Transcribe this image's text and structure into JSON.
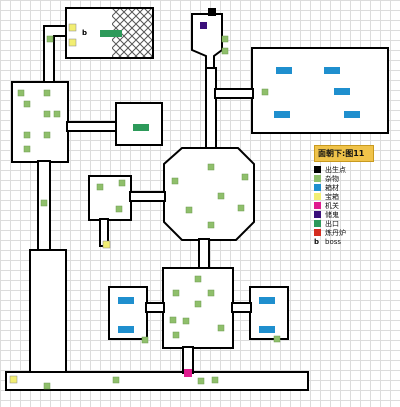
{
  "legend": {
    "title": "面朝下:图11",
    "items": [
      {
        "label": "出生点",
        "color": "#000000",
        "icon": "spawn-point-icon"
      },
      {
        "label": "杂物",
        "color": "#8fbf6b",
        "icon": "debris-icon"
      },
      {
        "label": "箱材",
        "color": "#1f8fce",
        "icon": "materials-icon"
      },
      {
        "label": "宝箱",
        "color": "#f2ee72",
        "icon": "treasure-chest-icon"
      },
      {
        "label": "机关",
        "color": "#e01b8f",
        "icon": "mechanism-icon"
      },
      {
        "label": "储鬼",
        "color": "#3a0e7a",
        "icon": "ghost-storage-icon"
      },
      {
        "label": "出口",
        "color": "#2d9a5a",
        "icon": "exit-icon"
      },
      {
        "label": "炼丹炉",
        "color": "#d42c1f",
        "icon": "alchemy-furnace-icon"
      },
      {
        "label": "boss",
        "color": "#000000",
        "icon": "boss-icon",
        "letter": "b"
      }
    ]
  },
  "markers": {
    "boss_letter": "b"
  },
  "colors": {
    "debris": "#8fbf6b",
    "materials": "#1f8fce",
    "treasure": "#f2ee72",
    "mechanism": "#e01b8f",
    "ghost_storage": "#3a0e7a",
    "exit": "#2d9a5a",
    "spawn": "#000000",
    "wall": "#000000",
    "grid": "#dcdcdc"
  }
}
